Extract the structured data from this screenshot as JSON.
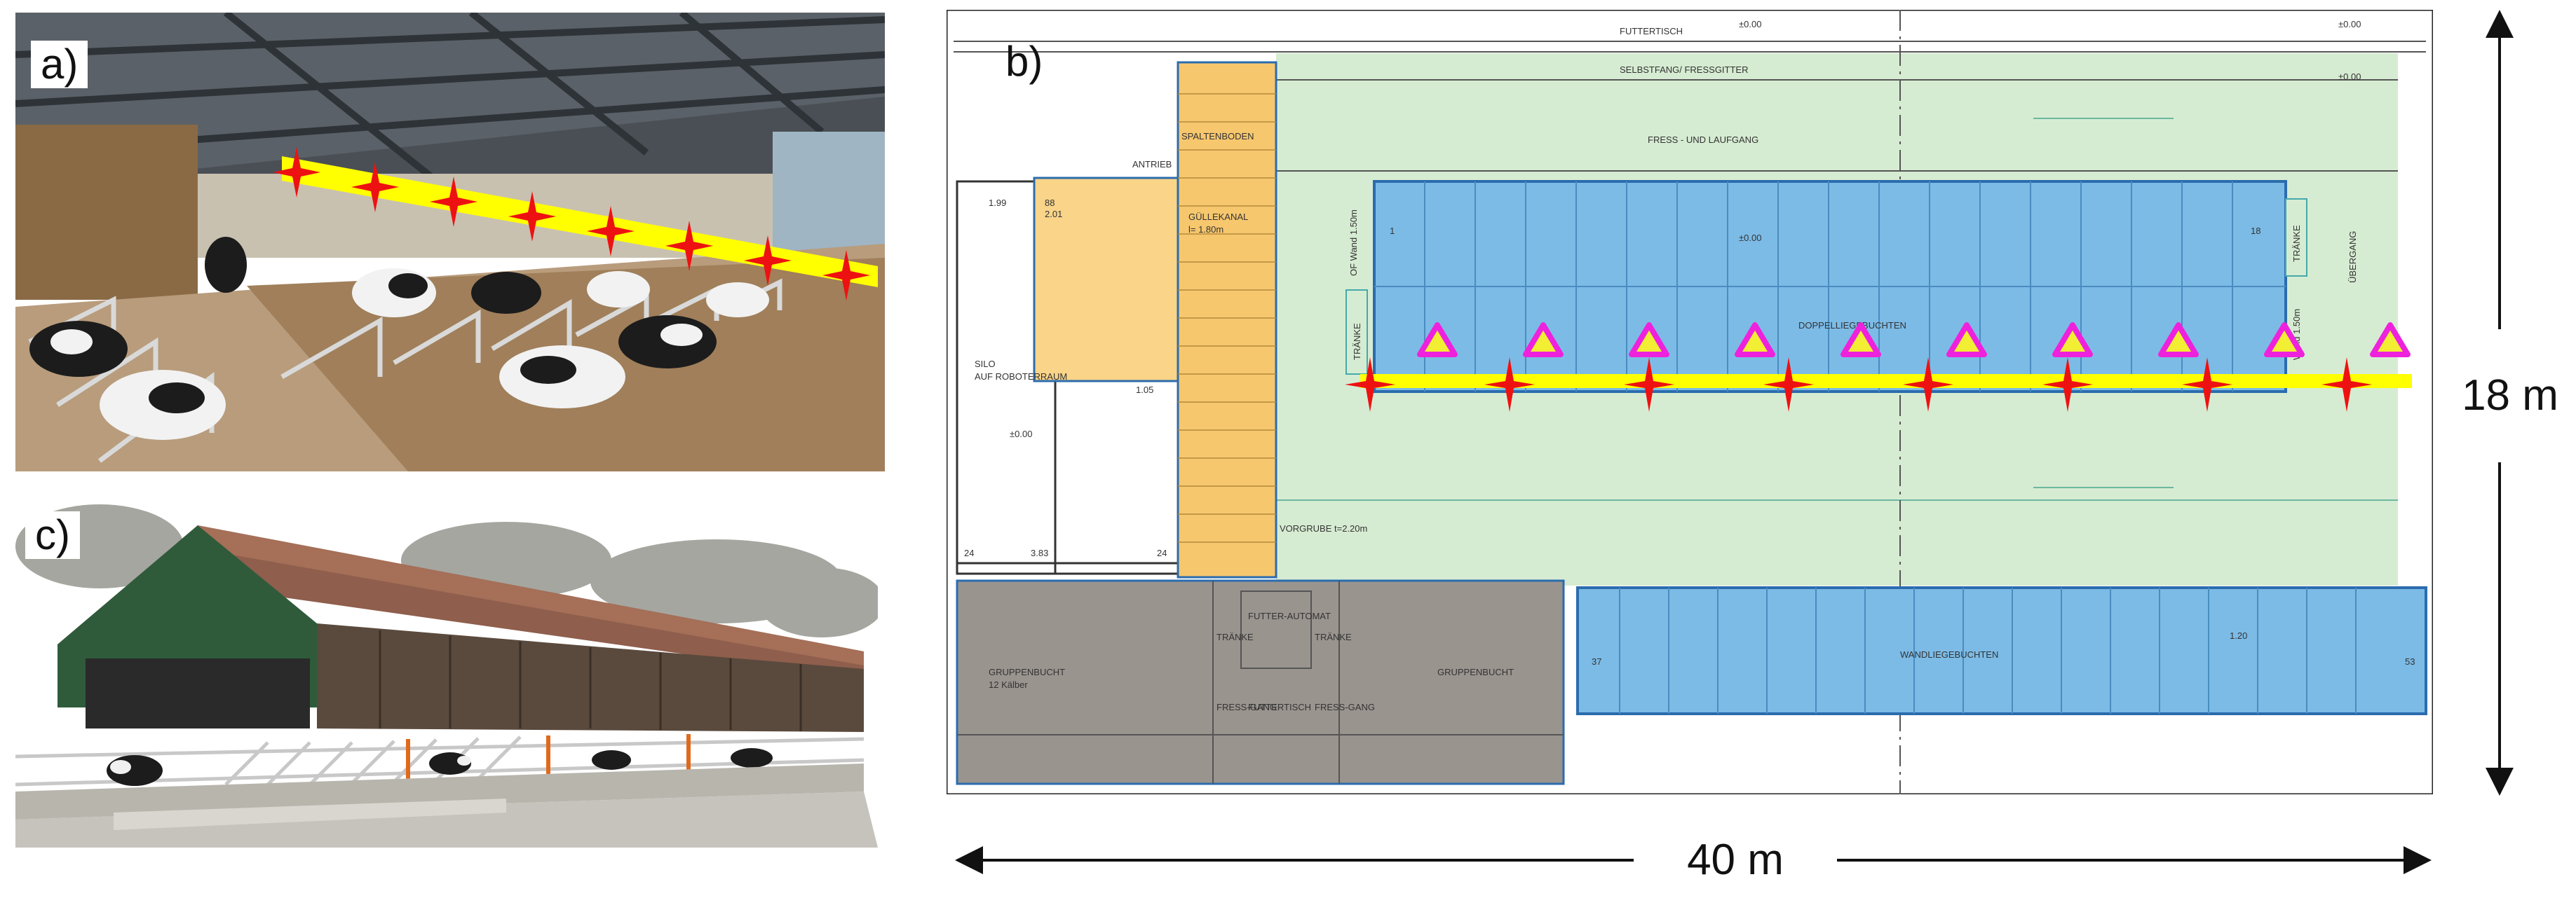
{
  "panels": {
    "a": {
      "label": "a)"
    },
    "b": {
      "label": "b)"
    },
    "c": {
      "label": "c)"
    }
  },
  "dimensions": {
    "width": "40 m",
    "height": "18 m"
  },
  "plan_labels": {
    "futtertisch_top": "FUTTERTISCH",
    "selbstfang": "SELBSTFANG/ FRESSGITTER",
    "fress_laufgang": "FRESS - UND LAUFGANG",
    "spaltenboden": "SPALTENBODEN",
    "antrieb": "ANTRIEB",
    "guellekanal": "GÜLLEKANAL",
    "guellekanal_dim": "l= 1.80m",
    "dim_199": "1.99",
    "dim_201": "2.01",
    "dim_88": "88",
    "dim_105": "1.05",
    "dim_24_left": "24",
    "dim_383": "3.83",
    "dim_24_right": "24",
    "silo": "SILO",
    "roboterraum": "AUF ROBOTERRAUM",
    "level_left": "±0.00",
    "vorgrube": "VORGRUBE t=2.20m",
    "wand_left": "OF Wand 1.50m",
    "wand_right": "Wand 1.50m",
    "traenke_left": "TRÄNKE",
    "traenke_right": "TRÄNKE",
    "doppelliegebuchten": "DOPPELLIEGEBUCHTEN",
    "uebergang": "ÜBERGANG",
    "stall_num_1": "1",
    "stall_num_18": "18",
    "level_top1": "±0.00",
    "level_top2": "±0.00",
    "level_top3": "±0.00",
    "level_mid": "±0.00",
    "gruppenbucht_left": "GRUPPENBUCHT",
    "kaelber_left": "12 Kälber",
    "gruppenbucht_right": "GRUPPENBUCHT",
    "traenke_g1": "TRÄNKE",
    "traenke_g2": "TRÄNKE",
    "futterautomat": "FUTTER-AUTOMAT",
    "fressgang_l": "FRESS-GANG",
    "fressgang_r": "FRESS-GANG",
    "futtertisch_bottom": "FUTTERTISCH",
    "wandliegebuchten": "WANDLIEGEBUCHTEN",
    "stall_num_37": "37",
    "stall_num_53": "53",
    "dim_120": "1.20"
  },
  "legend_colors": {
    "rail": "#ffff00",
    "sensor_star": "#ee1111",
    "triangle_outline": "#ee22dd",
    "triangle_fill": "#f2ee33",
    "stall_blue": "#7cbbe6",
    "green_area": "#d6ecd2",
    "orange_room": "#f9d489",
    "gray_room": "#9a948f"
  }
}
